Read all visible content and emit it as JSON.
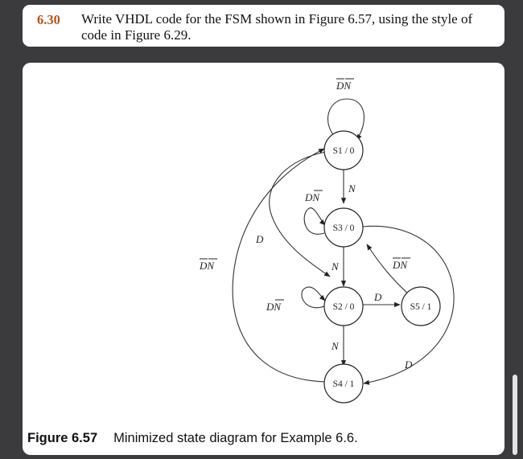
{
  "problem": {
    "number": "6.30",
    "text": "Write VHDL code for the FSM shown in Figure 6.57, using the style of code in Figure 6.29."
  },
  "diagram": {
    "states": [
      {
        "id": "S1",
        "label": "S1 / 0"
      },
      {
        "id": "S3",
        "label": "S3 / 0"
      },
      {
        "id": "S2",
        "label": "S2 / 0"
      },
      {
        "id": "S4",
        "label": "S4 / 1"
      },
      {
        "id": "S5",
        "label": "S5 / 1"
      }
    ],
    "edge_labels": {
      "s1_self": "DN",
      "s1_to_s3": "N",
      "s3_self": "DN",
      "s1_to_s2": "D",
      "s4_to_s1": "DN",
      "s3_to_s2": "N",
      "s5_to_s3": "DN",
      "s2_self": "DN",
      "s2_to_s5": "D",
      "s2_to_s4": "N",
      "s3_to_s4": "D"
    }
  },
  "caption": {
    "figure": "Figure 6.57",
    "text": "Minimized state diagram for Example 6.6."
  },
  "colors": {
    "problem_number": "#b3541e",
    "background": "#3b3b3d"
  }
}
